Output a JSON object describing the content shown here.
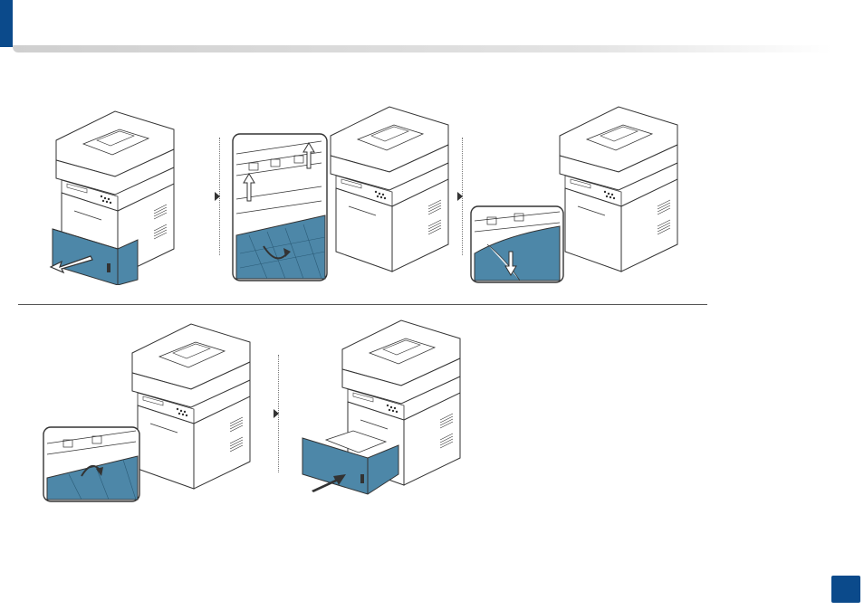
{
  "page": {
    "page_number": ""
  },
  "figures": [
    {
      "name": "step-1-pull-out-tray",
      "icon": "printer-tray-pull"
    },
    {
      "name": "step-2-open-jam-guide",
      "icon": "printer-jam-guide"
    },
    {
      "name": "step-3-remove-paper",
      "icon": "printer-remove-paper"
    },
    {
      "name": "step-4-close-guide",
      "icon": "printer-close-guide"
    },
    {
      "name": "step-5-insert-tray",
      "icon": "printer-insert-tray"
    }
  ],
  "colors": {
    "accent": "#0b4a8b",
    "tray_blue": "#4d87a8",
    "line": "#333333"
  }
}
